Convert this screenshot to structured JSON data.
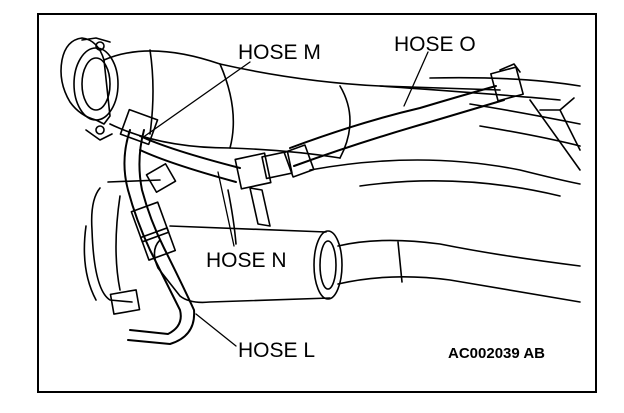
{
  "labels": {
    "hose_m": "HOSE M",
    "hose_o": "HOSE O",
    "hose_n": "HOSE N",
    "hose_l": "HOSE L"
  },
  "figure_code": "AC002039 AB",
  "colors": {
    "line": "#000000",
    "background": "#ffffff"
  }
}
